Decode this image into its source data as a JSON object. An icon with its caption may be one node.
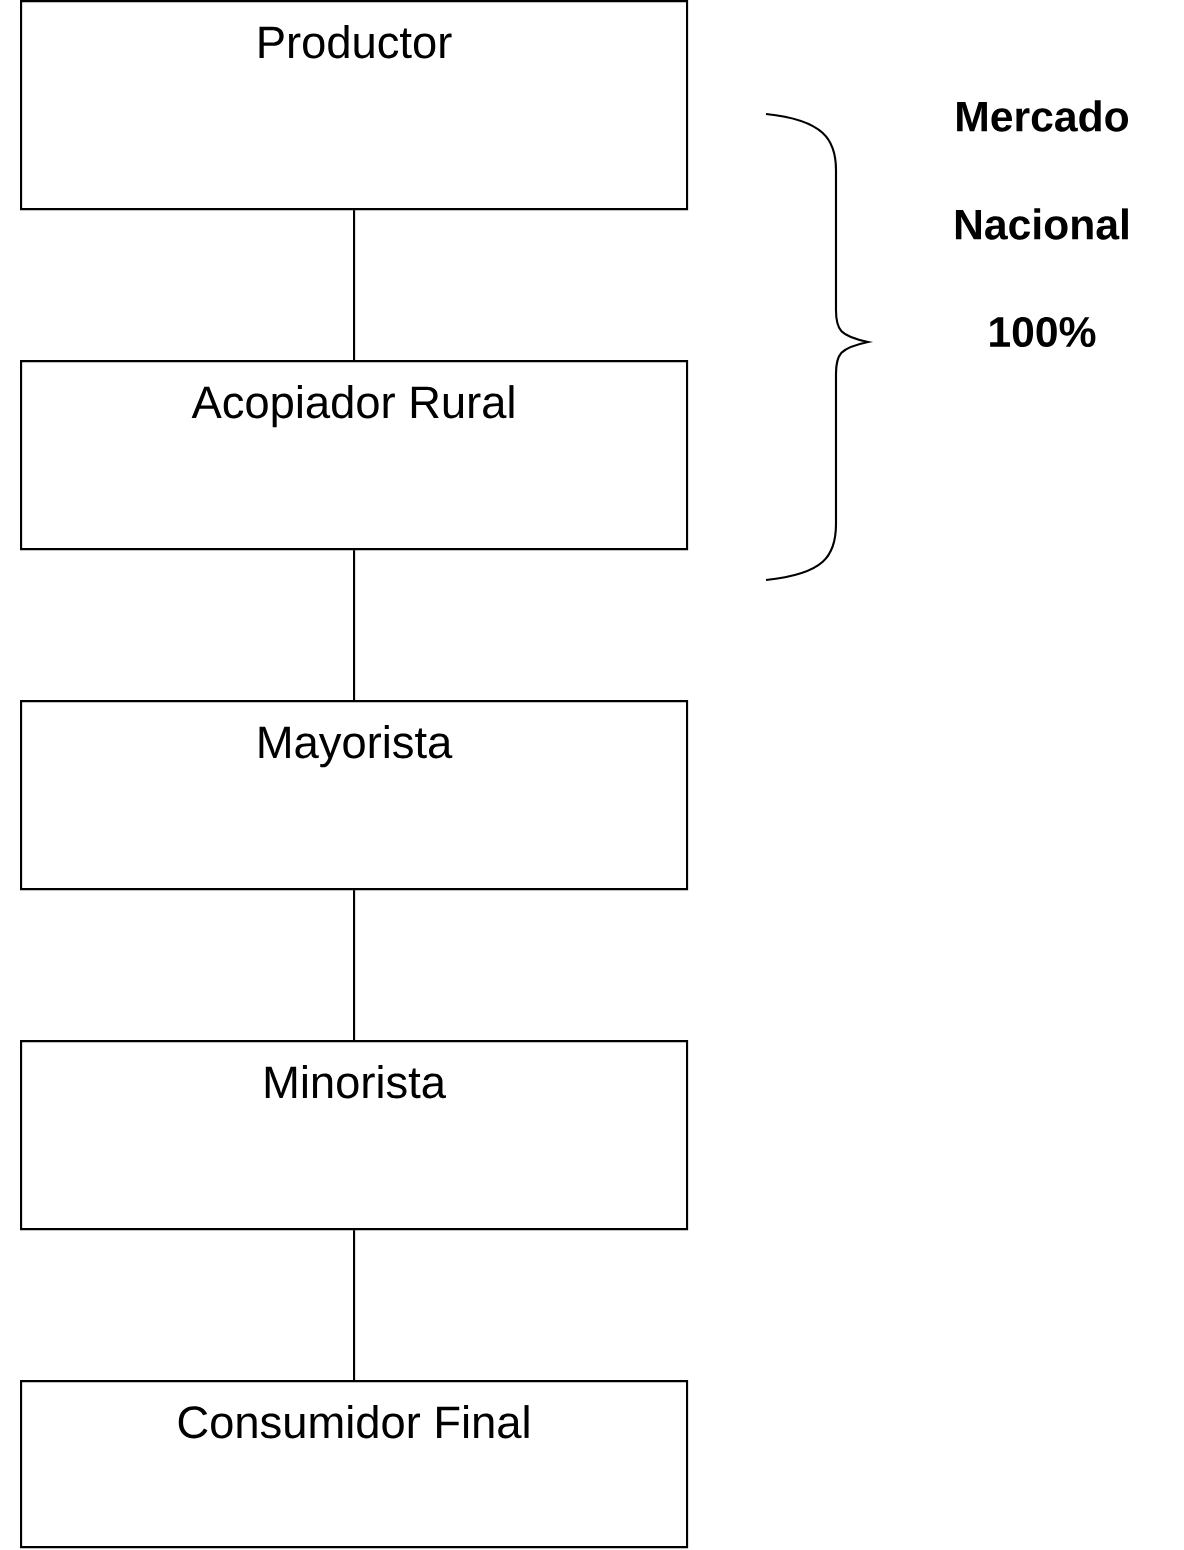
{
  "diagram": {
    "nodes": [
      {
        "text": [
          "Productor"
        ]
      },
      {
        "text": [
          "Acopiador Rural"
        ]
      },
      {
        "text": [
          "Mayorista"
        ]
      },
      {
        "text": [
          "Minorista"
        ]
      },
      {
        "text": [
          "Consumidor Final"
        ]
      }
    ],
    "edges": [
      {
        "from": 0,
        "to": 1,
        "arrow": "none"
      },
      {
        "from": 1,
        "to": 2,
        "arrow": "none"
      },
      {
        "from": 2,
        "to": 3,
        "arrow": "none"
      },
      {
        "from": 3,
        "to": 4,
        "arrow": "none"
      }
    ],
    "labels": [
      "Mercado",
      "Nacional",
      "100%"
    ]
  }
}
